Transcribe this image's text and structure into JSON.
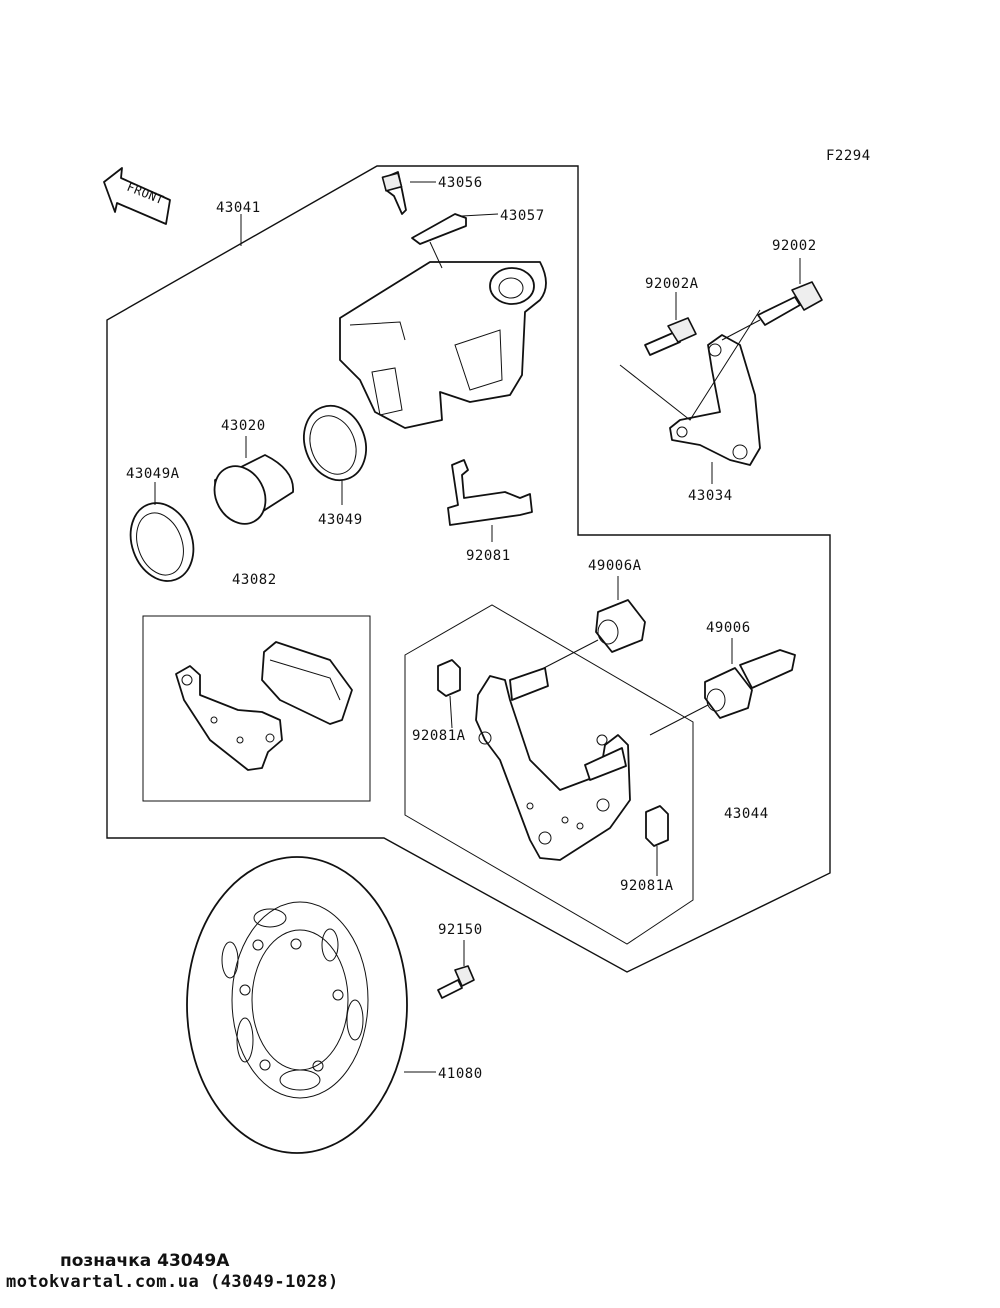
{
  "diagram": {
    "figure_code": "F2294",
    "front_label": "FRONT",
    "labels": {
      "p43056": "43056",
      "p43057": "43057",
      "p43041": "43041",
      "p92002": "92002",
      "p92002A": "92002A",
      "p43020": "43020",
      "p43049A": "43049A",
      "p43049": "43049",
      "p92081": "92081",
      "p43034": "43034",
      "p43082": "43082",
      "p49006A": "49006A",
      "p49006": "49006",
      "p92081A_top": "92081A",
      "p43044": "43044",
      "p92081A_bottom": "92081A",
      "p92150": "92150",
      "p41080": "41080"
    }
  },
  "footer": {
    "caption": "позначка 43049A",
    "source": "motokvartal.com.ua (43049-1028)"
  }
}
